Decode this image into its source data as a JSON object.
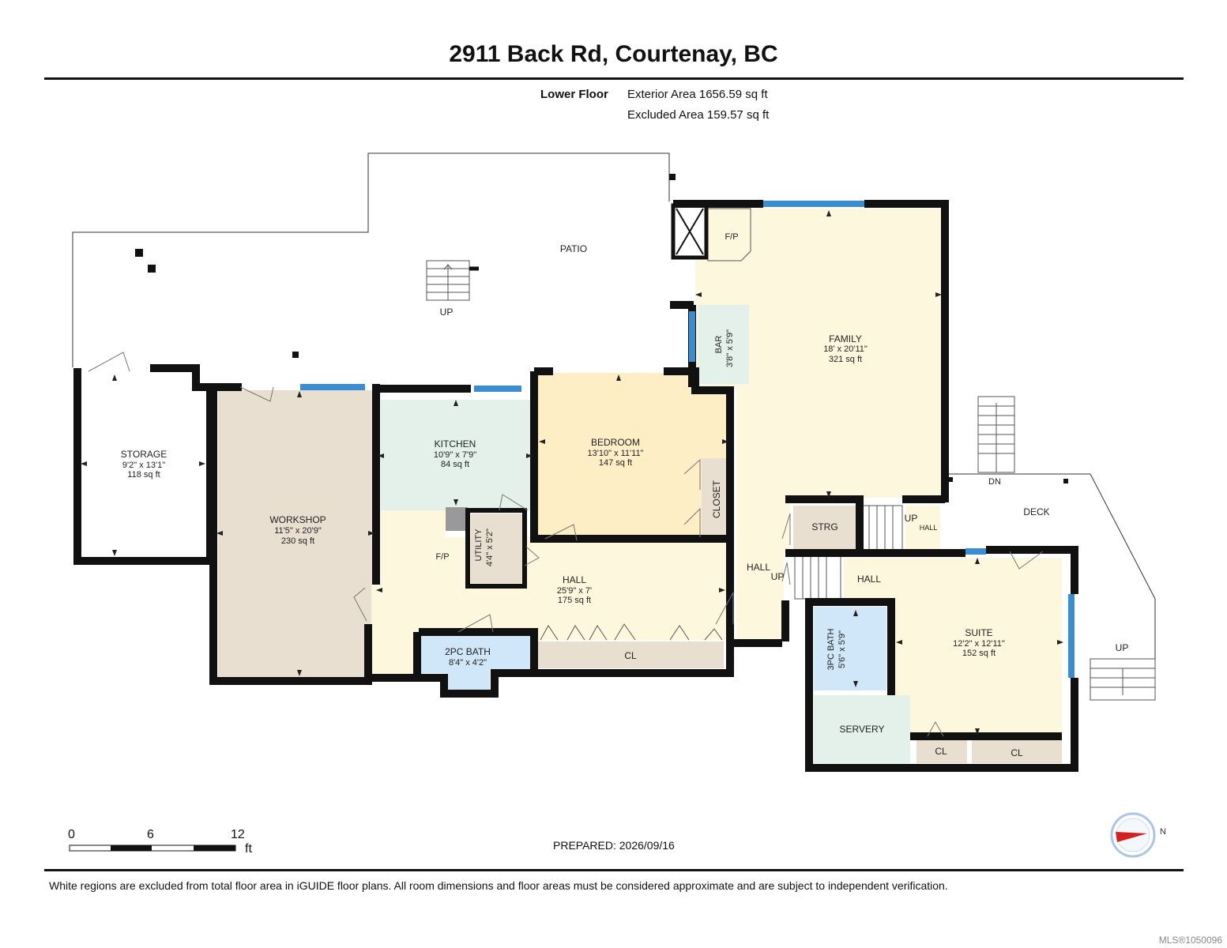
{
  "title": "2911 Back Rd, Courtenay, BC",
  "floor": {
    "name": "Lower Floor",
    "exterior_area": "Exterior Area 1656.59 sq ft",
    "excluded_area": "Excluded Area 159.57 sq ft"
  },
  "rooms": {
    "patio": {
      "name": "PATIO"
    },
    "storage": {
      "name": "STORAGE",
      "dims": "9'2\" x 13'1\"",
      "area": "118 sq ft"
    },
    "workshop": {
      "name": "WORKSHOP",
      "dims": "11'5\" x 20'9\"",
      "area": "230 sq ft"
    },
    "kitchen": {
      "name": "KITCHEN",
      "dims": "10'9\" x 7'9\"",
      "area": "84 sq ft"
    },
    "bedroom": {
      "name": "BEDROOM",
      "dims": "13'10\" x 11'11\"",
      "area": "147 sq ft"
    },
    "family": {
      "name": "FAMILY",
      "dims": "18' x 20'11\"",
      "area": "321 sq ft"
    },
    "bar": {
      "name": "BAR",
      "dims": "3'8\" x 5'9\""
    },
    "utility": {
      "name": "UTILITY",
      "dims": "4'4\" x 5'2\""
    },
    "hall_main": {
      "name": "HALL",
      "dims": "25'9\" x 7'",
      "area": "175 sq ft"
    },
    "bath2": {
      "name": "2PC BATH",
      "dims": "8'4\" x 4'2\""
    },
    "bath3": {
      "name": "3PC BATH",
      "dims": "5'6\" x 5'9\""
    },
    "suite": {
      "name": "SUITE",
      "dims": "12'2\" x 12'11\"",
      "area": "152 sq ft"
    },
    "servery": {
      "name": "SERVERY"
    },
    "strg": {
      "name": "STRG"
    },
    "closet": {
      "name": "CLOSET"
    },
    "deck": {
      "name": "DECK"
    }
  },
  "labels": {
    "fp": "F/P",
    "up": "UP",
    "dn": "DN",
    "hall": "HALL",
    "cl": "CL"
  },
  "scale": {
    "marks": [
      "0",
      "6",
      "12"
    ],
    "unit": "ft"
  },
  "compass": {
    "label": "N"
  },
  "prepared": "PREPARED: 2026/09/16",
  "disclaimer": "White regions are excluded from total floor area in iGUIDE floor plans. All room dimensions and floor areas must be considered approximate and are subject to independent verification.",
  "mls": "MLS®1050096",
  "colors": {
    "wall": "#111111",
    "window": "#3a8ed0",
    "storage": "#ffffff",
    "workshop": "#e8dfd0",
    "kitchen": "#e3f1ea",
    "bedroom": "#fdeec6",
    "family": "#fdf7de",
    "hall": "#fdf7de",
    "bath": "#cfe7f8",
    "servery": "#e3f1ea",
    "closet": "#e8dfd0",
    "compass_red": "#d42020"
  }
}
